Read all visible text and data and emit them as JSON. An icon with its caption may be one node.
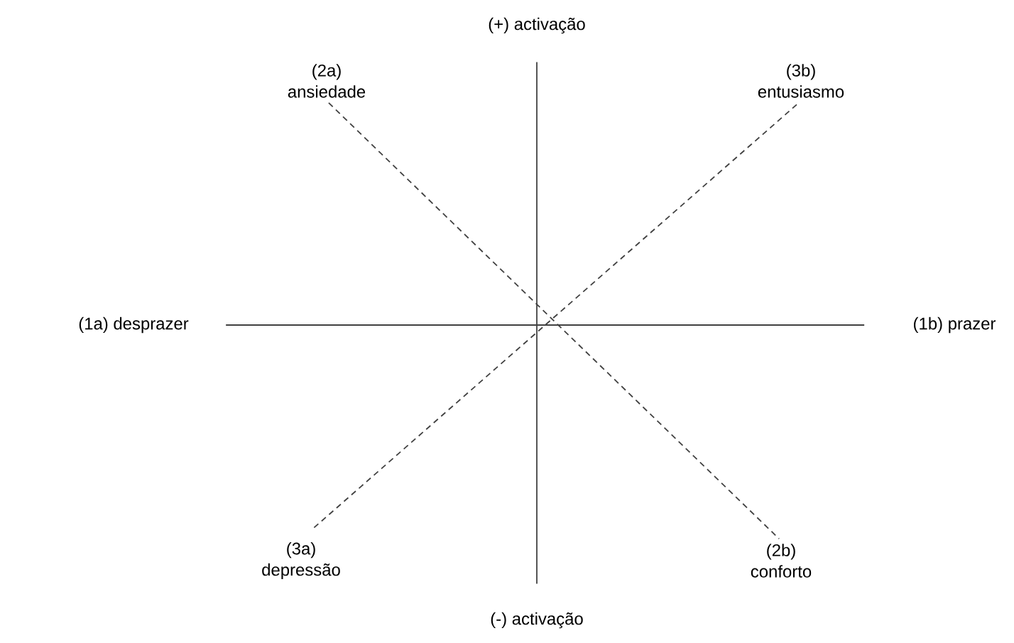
{
  "diagram": {
    "nodes": [
      {
        "text": [
          "(+) activação"
        ]
      },
      {
        "text": [
          "(2a)",
          "ansiedade"
        ]
      },
      {
        "text": [
          "(3b)",
          "entusiasmo"
        ]
      },
      {
        "text": [
          "(1a) desprazer"
        ]
      },
      {
        "text": [
          "(1b) prazer"
        ]
      },
      {
        "text": [
          "(3a)",
          "depressão"
        ]
      },
      {
        "text": [
          "(2b)",
          "conforto"
        ]
      },
      {
        "text": [
          "(-) activação"
        ]
      }
    ],
    "edges": [
      {
        "from": 0,
        "to": 7,
        "arrow": "none"
      },
      {
        "from": 3,
        "to": 4,
        "arrow": "none"
      },
      {
        "from": 1,
        "to": 6,
        "arrow": "none",
        "style": "dashed"
      },
      {
        "from": 2,
        "to": 5,
        "arrow": "none",
        "style": "dashed"
      }
    ]
  }
}
